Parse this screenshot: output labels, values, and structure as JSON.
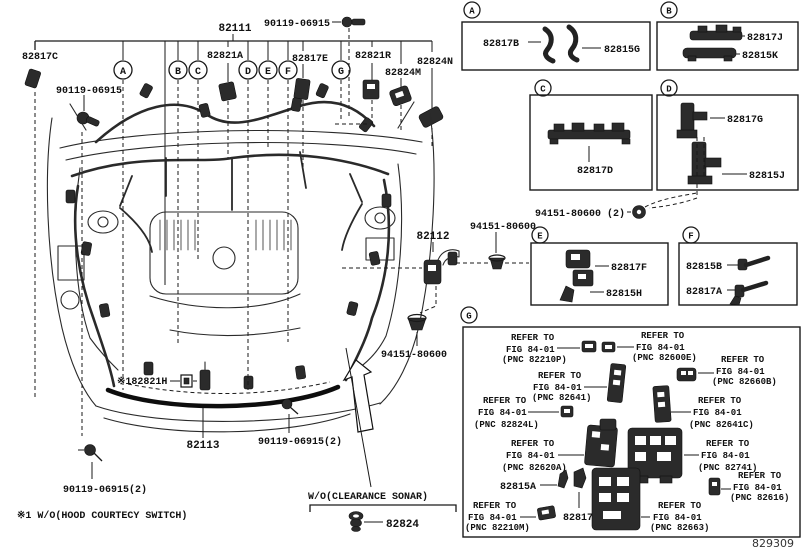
{
  "header": {
    "part_82111": "82111",
    "bolt_top": "90119-06915",
    "part_82817c": "82817C",
    "bolt_left": "90119-06915",
    "part_82821a": "82821A",
    "part_82817e": "82817E",
    "part_82821r": "82821R",
    "part_82824m": "82824M",
    "part_82824n": "82824N"
  },
  "callouts": {
    "a": "A",
    "b": "B",
    "c": "C",
    "d": "D",
    "e": "E",
    "f": "F",
    "g": "G"
  },
  "drawing": {
    "part_82112": "82112",
    "nut_below_82112": "94151-80600",
    "part_82821h": "※182821H",
    "part_82113": "82113",
    "bolt_front": "90119-06915(2)",
    "bolt_corner": "90119-06915(2)",
    "footnote": "※1 W/O(HOOD COURTECY SWITCH)"
  },
  "sonar": {
    "title": "W/O(CLEARANCE SONAR)",
    "part_82824": "82824"
  },
  "fasteners": {
    "nut_ef": "94151-80600",
    "nut_d": "94151-80600 (2)"
  },
  "panel_a": {
    "part1": "82817B",
    "part2": "82815G"
  },
  "panel_b": {
    "part1": "82817J",
    "part2": "82815K"
  },
  "panel_c": {
    "part1": "82817D"
  },
  "panel_d": {
    "part1": "82817G",
    "part2": "82815J"
  },
  "panel_e": {
    "part1": "82817F",
    "part2": "82815H"
  },
  "panel_f": {
    "part1": "82815B",
    "part2": "82817A"
  },
  "panel_g": {
    "part_82815a": "82815A",
    "part_82817": "82817",
    "refs": {
      "r1": {
        "l1": "REFER TO",
        "l2": "FIG 84-01",
        "l3": "(PNC 82210P)"
      },
      "r2": {
        "l1": "REFER TO",
        "l2": "FIG 84-01",
        "l3": "(PNC 82600E)"
      },
      "r3": {
        "l1": "REFER TO",
        "l2": "FIG 84-01",
        "l3": "(PNC 82660B)"
      },
      "r4": {
        "l1": "REFER TO",
        "l2": "FIG 84-01",
        "l3": "(PNC 82641)"
      },
      "r5": {
        "l1": "REFER TO",
        "l2": "FIG 84-01",
        "l3": "(PNC 82824L)"
      },
      "r6": {
        "l1": "REFER TO",
        "l2": "FIG 84-01",
        "l3": "(PNC 82641C)"
      },
      "r7": {
        "l1": "REFER TO",
        "l2": "FIG 84-01",
        "l3": "(PNC 82620A)"
      },
      "r8": {
        "l1": "REFER TO",
        "l2": "FIG 84-01",
        "l3": "(PNC 82741)"
      },
      "r9": {
        "l1": "REFER TO",
        "l2": "FIG 84-01",
        "l3": "(PNC 82616)"
      },
      "r10": {
        "l1": "REFER TO",
        "l2": "FIG 84-01",
        "l3": "(PNC 82210M)"
      },
      "r11": {
        "l1": "REFER TO",
        "l2": "FIG 84-01",
        "l3": "(PNC 82663)"
      }
    }
  },
  "footer": {
    "code": "829309"
  }
}
